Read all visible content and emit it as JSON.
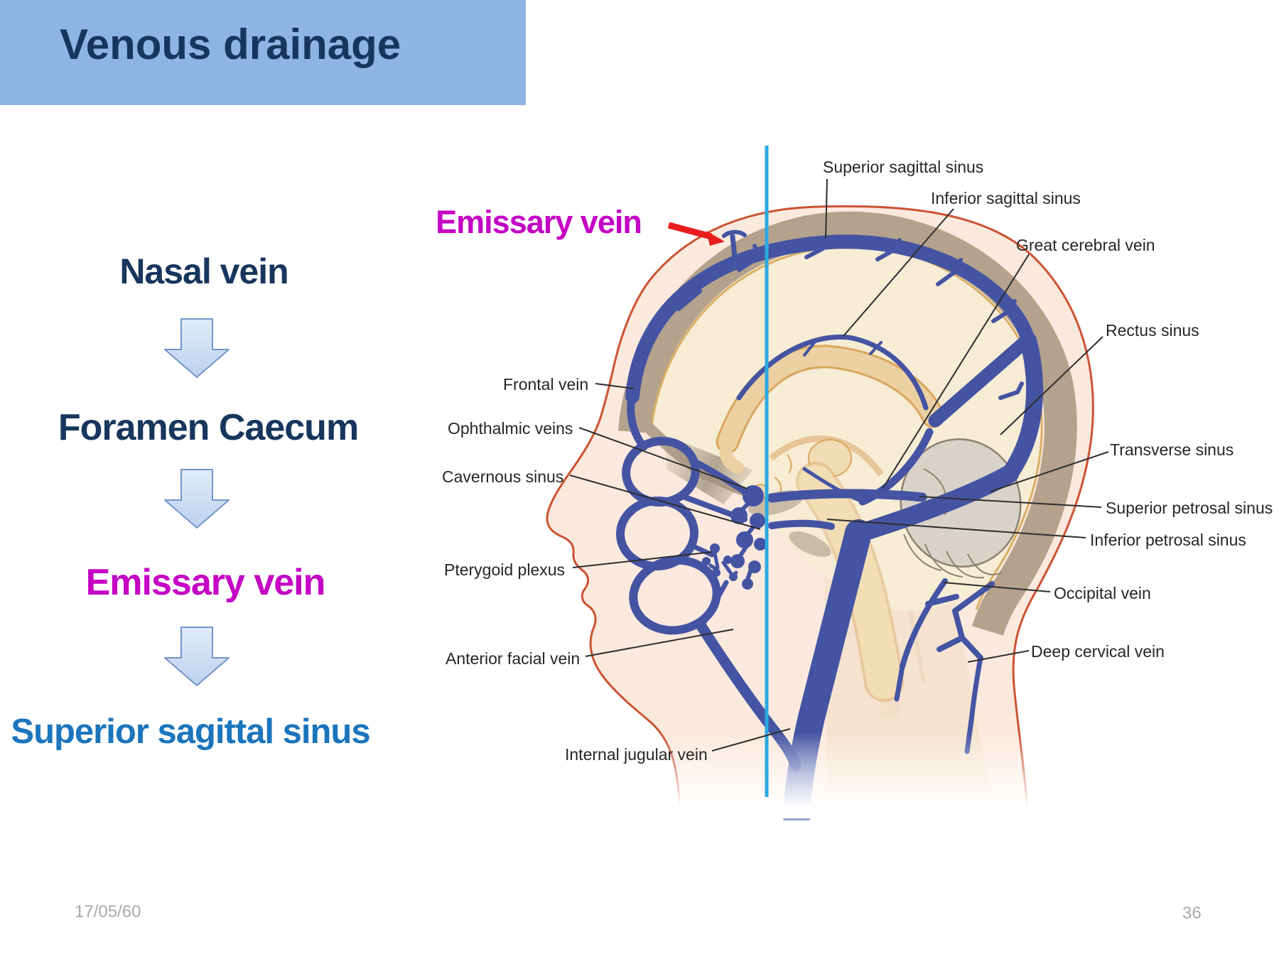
{
  "slide": {
    "title": "Venous drainage",
    "footer": {
      "date": "17/05/60",
      "page": "36"
    }
  },
  "colors": {
    "banner_bg": "#8EB4E3",
    "title_text": "#17365D",
    "flow_dark": "#17365D",
    "flow_magenta": "#C400C4",
    "flow_blue": "#1B75BC",
    "callout_arrow": "#E81E1E",
    "midline": "#2BA9E1",
    "sinus_blue": "#4454A3",
    "skin_outline": "#CB5334"
  },
  "flow": {
    "steps": [
      {
        "label": "Nasal vein",
        "color": "#17365D"
      },
      {
        "label": "Foramen Caecum",
        "color": "#17365D"
      },
      {
        "label": "Emissary vein",
        "color": "#C400C4"
      },
      {
        "label": "Superior sagittal sinus",
        "color": "#1B75BC"
      }
    ],
    "arrow_icon": "down-arrow"
  },
  "diagram": {
    "callout": {
      "text": "Emissary vein",
      "color": "#C400C4"
    },
    "labels": [
      {
        "id": "superior-sagittal-sinus",
        "text": "Superior sagittal sinus"
      },
      {
        "id": "inferior-sagittal-sinus",
        "text": "Inferior sagittal sinus"
      },
      {
        "id": "great-cerebral-vein",
        "text": "Great cerebral vein"
      },
      {
        "id": "rectus-sinus",
        "text": "Rectus sinus"
      },
      {
        "id": "transverse-sinus",
        "text": "Transverse sinus"
      },
      {
        "id": "superior-petrosal-sinus",
        "text": "Superior petrosal sinus"
      },
      {
        "id": "inferior-petrosal-sinus",
        "text": "Inferior petrosal sinus"
      },
      {
        "id": "occipital-vein",
        "text": "Occipital vein"
      },
      {
        "id": "deep-cervical-vein",
        "text": "Deep cervical vein"
      },
      {
        "id": "frontal-vein",
        "text": "Frontal vein"
      },
      {
        "id": "ophthalmic-veins",
        "text": "Ophthalmic veins"
      },
      {
        "id": "cavernous-sinus",
        "text": "Cavernous sinus"
      },
      {
        "id": "pterygoid-plexus",
        "text": "Pterygoid plexus"
      },
      {
        "id": "anterior-facial-vein",
        "text": "Anterior facial vein"
      },
      {
        "id": "internal-jugular-vein",
        "text": "Internal jugular vein"
      }
    ]
  }
}
